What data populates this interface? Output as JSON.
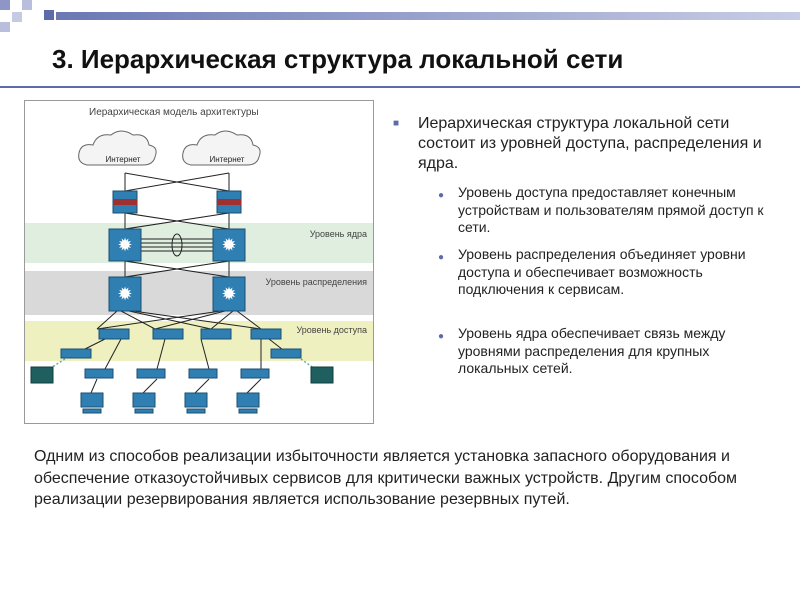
{
  "slide": {
    "title": "3. Иерархическая структура локальной сети"
  },
  "diagram": {
    "title": "Иерархическая модель архитектуры",
    "internet_label_left": "Интернет",
    "internet_label_right": "Интернет",
    "layers": {
      "core": "Уровень ядра",
      "distribution": "Уровень распределения",
      "access": "Уровень доступа"
    }
  },
  "text": {
    "intro": "Иерархическая структура локальной сети состоит из уровней доступа, распределения и ядра.",
    "bullets": [
      "Уровень доступа предоставляет конечным устройствам и пользователям прямой доступ к сети.",
      "Уровень распределения объединяет уровни доступа и обеспечивает возможность подключения к сервисам.",
      "Уровень ядра обеспечивает связь между уровнями распределения для крупных локальных сетей."
    ],
    "bottom": "Одним из способов реализации избыточности является установка запасного оборудования и обеспечение отказоустойчивых сервисов для критически важных устройств. Другим способом реализации резервирования является использование резервных путей."
  },
  "colors": {
    "accent": "#5d6ba8",
    "core_band": "#dfeede",
    "distribution_band": "#d9d9d9",
    "access_band": "#eff0bf",
    "device_blue": "#2f7fb2"
  },
  "icons": [
    "cloud-icon",
    "router-icon",
    "multilayer-switch-icon",
    "switch-icon",
    "pc-icon",
    "wireless-ap-icon"
  ]
}
